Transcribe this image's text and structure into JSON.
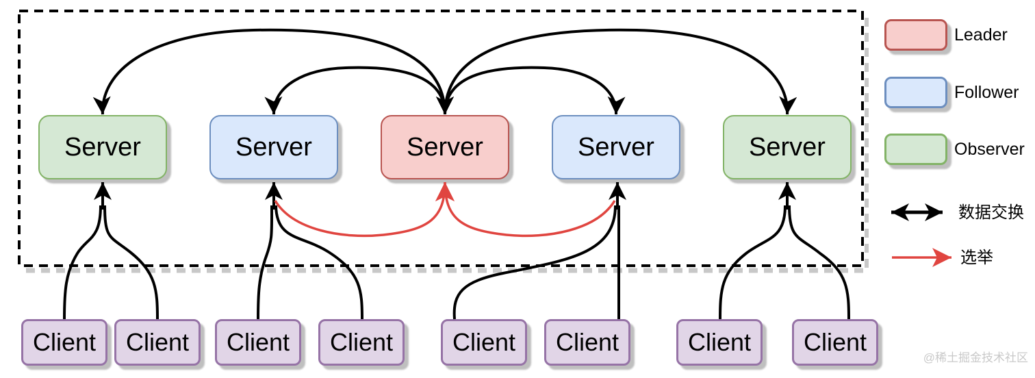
{
  "diagram": {
    "title_hint": "ZooKeeper-style cluster: leader/follower/observer servers with clients",
    "servers": [
      {
        "label": "Server",
        "role": "Observer"
      },
      {
        "label": "Server",
        "role": "Follower"
      },
      {
        "label": "Server",
        "role": "Leader"
      },
      {
        "label": "Server",
        "role": "Follower"
      },
      {
        "label": "Server",
        "role": "Observer"
      }
    ],
    "clients": [
      {
        "label": "Client"
      },
      {
        "label": "Client"
      },
      {
        "label": "Client"
      },
      {
        "label": "Client"
      },
      {
        "label": "Client"
      },
      {
        "label": "Client"
      },
      {
        "label": "Client"
      },
      {
        "label": "Client"
      }
    ],
    "legend": {
      "items": [
        {
          "label": "Leader",
          "fill": "#f8cecc",
          "border": "#b85450"
        },
        {
          "label": "Follower",
          "fill": "#dae8fc",
          "border": "#6c8ebf"
        },
        {
          "label": "Observer",
          "fill": "#d5e8d4",
          "border": "#82b366"
        }
      ],
      "arrows": [
        {
          "label": "数据交换",
          "type": "double-headed",
          "color": "#000000"
        },
        {
          "label": "选举",
          "type": "single-headed",
          "color": "#e04540"
        }
      ]
    },
    "connections": {
      "data_exchange": "leader ↔ every other server (black arcs)",
      "election": "followers → leader (red curves)",
      "client_links": "clients 1-2→server1, 3-4→server2, 5-6→server4, 7-8→server5"
    },
    "colors": {
      "client_fill": "#e1d5e7",
      "client_border": "#9673a6",
      "arrow_black": "#000000",
      "arrow_red": "#e04540",
      "dashed_border": "#000000",
      "shadow": "#bfbfbf"
    },
    "watermark": {
      "text": "@稀土掘金技术社区"
    }
  }
}
